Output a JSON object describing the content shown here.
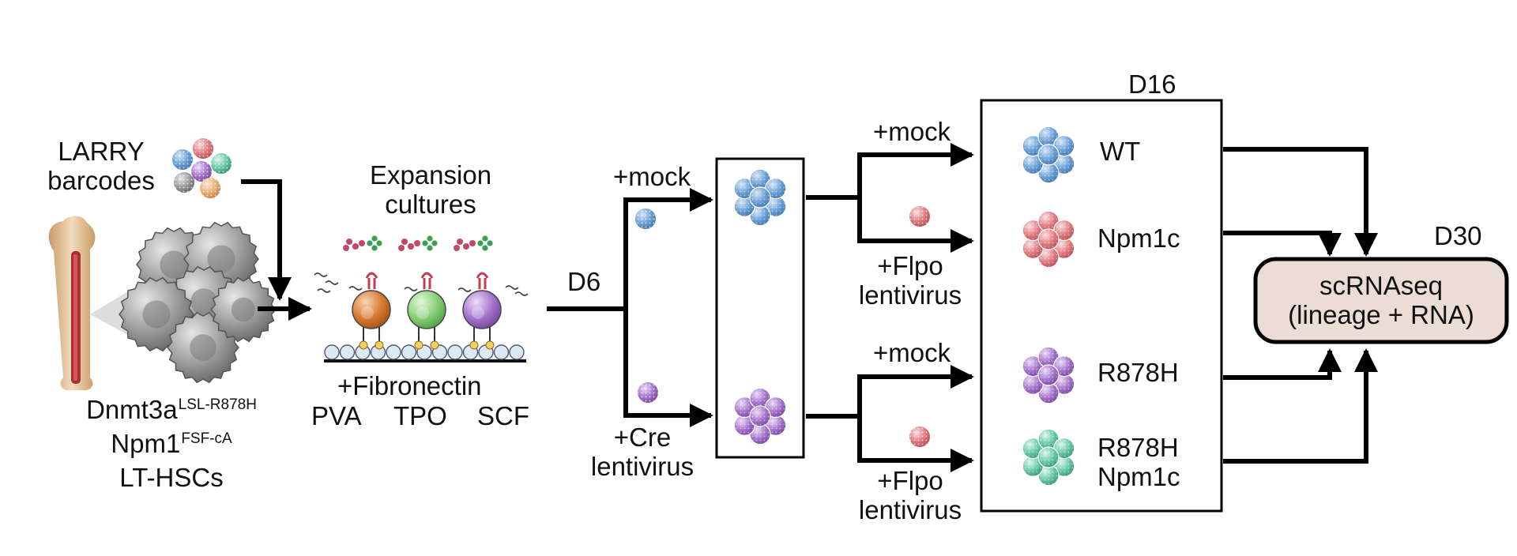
{
  "inputs": {
    "barcodes": [
      "LARRY",
      "barcodes"
    ],
    "mouse": {
      "dnmt3a": "Dnmt3a",
      "dnmt3a_allele": "LSL-R878H",
      "npm1": "Npm1",
      "npm1_allele": "FSF-cA",
      "cells": "LT-HSCs"
    }
  },
  "culture": {
    "title": [
      "Expansion",
      "cultures"
    ],
    "fibronectin": "+Fibronectin",
    "factors": [
      "PVA",
      "TPO",
      "SCF"
    ]
  },
  "timepoints": {
    "d6": "D6",
    "d16": "D16",
    "d30": "D30"
  },
  "treatments": {
    "mock_top": "+mock",
    "cre": [
      "+Cre",
      "lentivirus"
    ],
    "mock_mid_upper": "+mock",
    "flpo_upper": [
      "+Flpo",
      "lentivirus"
    ],
    "mock_mid_lower": "+mock",
    "flpo_lower": [
      "+Flpo",
      "lentivirus"
    ]
  },
  "genotypes": [
    {
      "lines": [
        "WT"
      ],
      "color": "#5b95cc"
    },
    {
      "lines": [
        "Npm1c"
      ],
      "color": "#dc6f76"
    },
    {
      "lines": [
        "R878H"
      ],
      "color": "#9d66c6"
    },
    {
      "lines": [
        "R878H",
        "Npm1c"
      ],
      "color": "#5cc0a2"
    }
  ],
  "readout": [
    "scRNAseq",
    "(lineage + RNA)"
  ],
  "colors": {
    "readout_fill": "#ecdcd6",
    "cell_gray": "#8f8f8f",
    "orange_cell": "#d5792f",
    "green_cell": "#86cf77",
    "purple_cell": "#9d66c6",
    "virus_red": "#d96a6c",
    "virus_blue": "#6c9fd6",
    "virus_purple": "#a272c7",
    "bone": "#e8c89e"
  },
  "icons": [
    "larry-barcode-icon",
    "bone-icon",
    "hsc-cluster-icon",
    "receptor-cell-icon",
    "virus-particle-icon",
    "cell-cluster-icon"
  ]
}
